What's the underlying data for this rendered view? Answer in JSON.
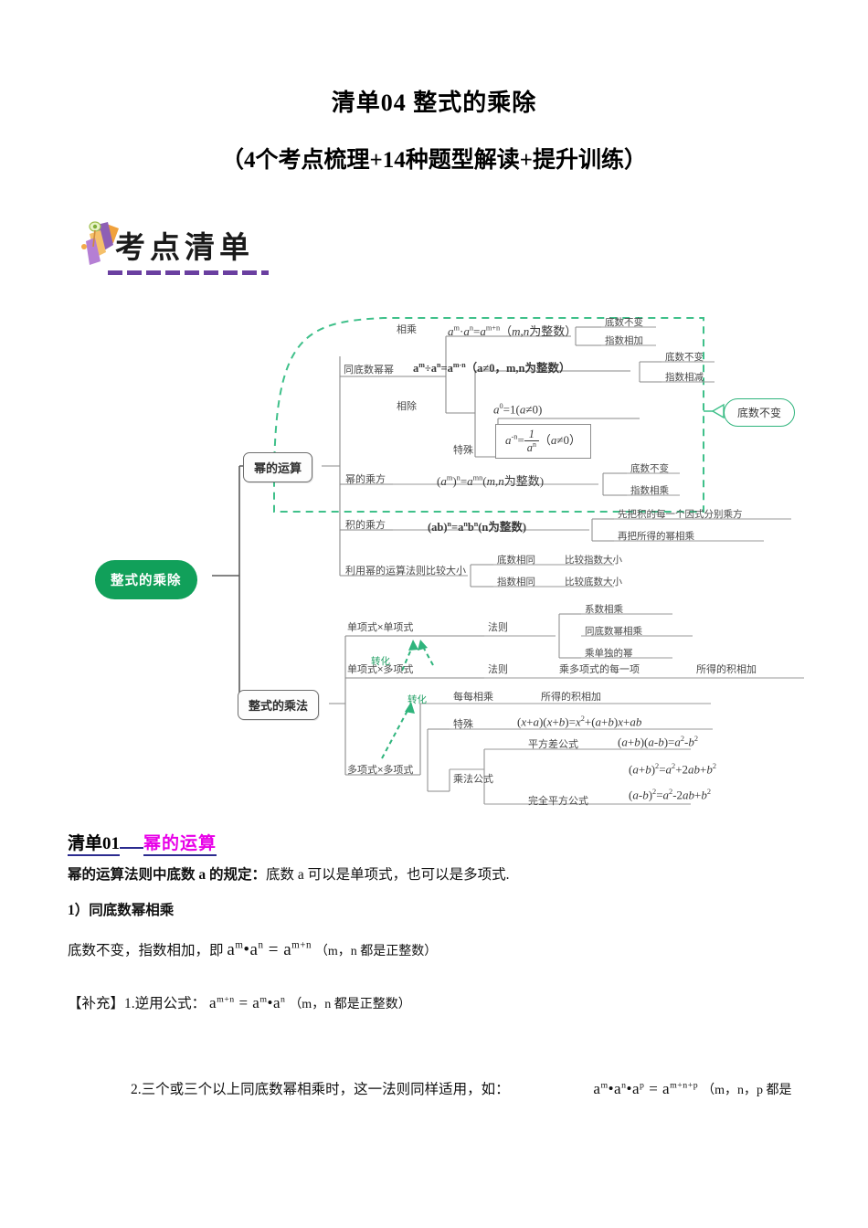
{
  "document": {
    "title": "清单04 整式的乘除",
    "subtitle": "（4个考点梳理+14种题型解读+提升训练）"
  },
  "banner": {
    "label": "考点清单",
    "icon": "flag-banner-icon",
    "accent_color": "#6a3fa0"
  },
  "mindmap": {
    "root": "整式的乘除",
    "root_color": "#11a05a",
    "branch_power": {
      "label": "幂的运算",
      "same_base": {
        "label": "同底数幂幂",
        "multiply_label": "相乘",
        "multiply_formula": "aᵐ·aⁿ=aᵐ⁺ⁿ（m,n为整数）",
        "multiply_results": [
          "底数不变",
          "指数相加"
        ],
        "divide_label": "相除",
        "divide_formula": "aᵐ÷aⁿ=aᵐ⁻ⁿ（a≠0，m,n为整数）",
        "divide_results": [
          "底数不变",
          "指数相减"
        ],
        "special_label": "特殊",
        "special_formulas": [
          "a⁰=1(a≠0)",
          "a⁻ⁿ=1/aⁿ （a≠0）"
        ]
      },
      "power_of_power": {
        "label": "幂的乘方",
        "formula": "(aᵐ)ⁿ=aᵐⁿ(m,n为整数)",
        "results": [
          "底数不变",
          "指数相乘"
        ]
      },
      "power_of_product": {
        "label": "积的乘方",
        "formula": "(ab)ⁿ=aⁿbⁿ(n为整数)",
        "results": [
          "先把积的每一个因式分别乘方",
          "再把所得的幂相乘"
        ]
      },
      "compare": {
        "label": "利用幂的运算法则比较大小",
        "rows": [
          {
            "cond": "底数相同",
            "action": "比较指数大小"
          },
          {
            "cond": "指数相同",
            "action": "比较底数大小"
          }
        ]
      },
      "callout": "底数不变"
    },
    "branch_multiply": {
      "label": "整式的乘法",
      "mono_mono": {
        "label": "单项式×单项式",
        "rule_label": "法则",
        "rules": [
          "系数相乘",
          "同底数幂相乘",
          "乘单独的幂"
        ]
      },
      "mono_poly": {
        "label": "单项式×多项式",
        "rule_label": "法则",
        "rule_text": "乘多项式的每一项",
        "rule_result": "所得的积相加"
      },
      "poly_poly": {
        "label": "多项式×多项式",
        "each_label": "每每相乘",
        "each_result": "所得的积相加",
        "special_label": "特殊",
        "special_formula": "(x+a)(x+b)=x²+(a+b)x+ab",
        "formula_group_label": "乘法公式",
        "diff_squares_label": "平方差公式",
        "diff_squares_formula": "(a+b)(a-b)=a²-b²",
        "perfect_square_label": "完全平方公式",
        "perfect_square_formulas": [
          "(a+b)²=a²+2ab+b²",
          "(a-b)²=a²-2ab+b²"
        ]
      },
      "transform_label": "转化"
    }
  },
  "section": {
    "number": "清单01",
    "topic": "幂的运算",
    "topic_color": "#e800e8",
    "intro_bold": "幂的运算法则中底数 a 的规定：",
    "intro_rest": "底数 a 可以是单项式，也可以是多项式.",
    "item1": "1）同底数幂相乘",
    "rule_text": "底数不变，指数相加，即",
    "rule_formula": "aᵐ•aⁿ = aᵐ⁺ⁿ",
    "rule_note": "（m，n 都是正整数）",
    "supplement_label": "【补充】1.逆用公式：",
    "supplement_formula": "aᵐ⁺ⁿ = aᵐ•aⁿ",
    "supplement_note": "（m，n 都是正整数）",
    "item2_text": "2.三个或三个以上同底数幂相乘时，这一法则同样适用，如：",
    "item2_formula": "aᵐ•aⁿ•aᵖ = aᵐ⁺ⁿ⁺ᵖ",
    "item2_note": "（m，n，p 都是"
  }
}
